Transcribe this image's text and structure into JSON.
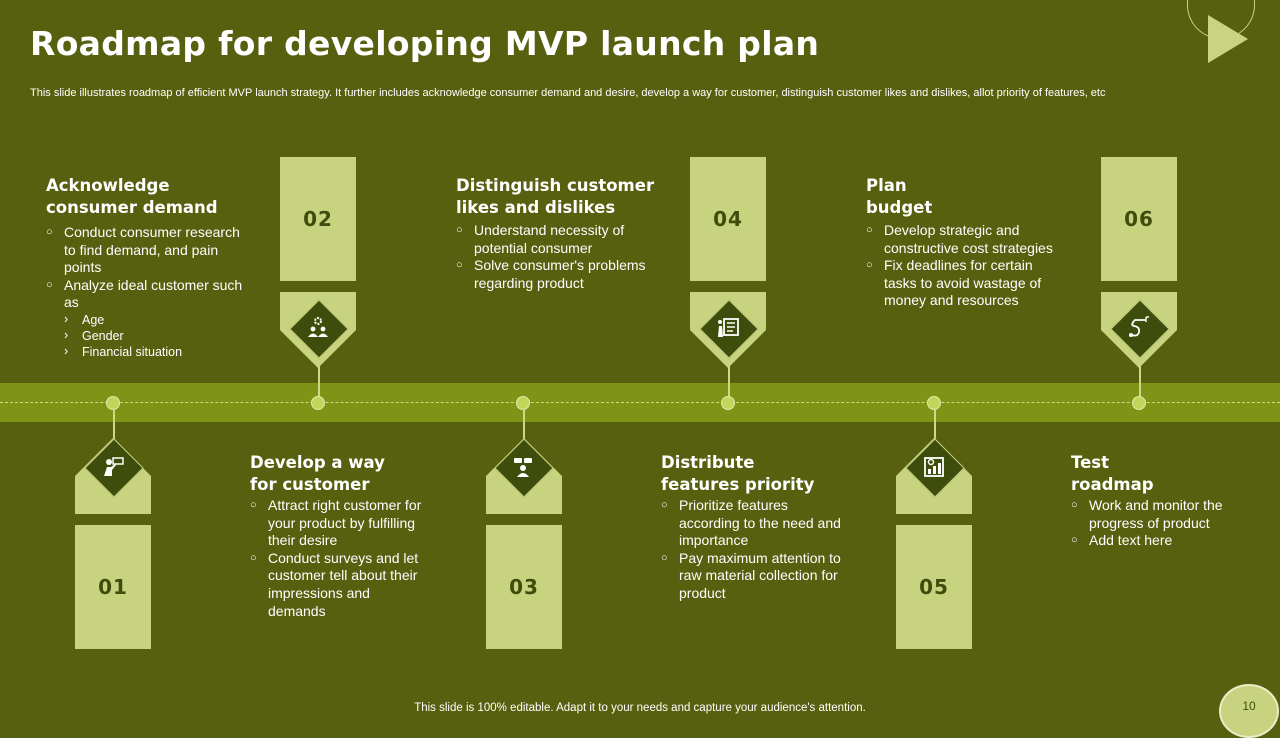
{
  "title": "Roadmap for developing MVP launch plan",
  "subtitle": "This slide illustrates roadmap of efficient MVP  launch strategy. It further includes acknowledge consumer demand and desire, develop a way for customer, distinguish customer likes and dislikes, allot priority of features, etc",
  "steps": [
    {
      "number": "01",
      "heading": [
        "Acknowledge",
        "consumer demand"
      ],
      "icon": "presenter-icon",
      "bullets": [
        "Conduct consumer research to find demand, and pain points",
        "Analyze ideal customer such as"
      ],
      "sub_bullets": [
        "Age",
        "Gender",
        "Financial situation"
      ]
    },
    {
      "number": "02",
      "heading": [
        "Develop a way",
        "for customer"
      ],
      "icon": "team-gear-icon",
      "bullets": [
        "Attract right customer for your product by fulfilling their desire",
        "Conduct surveys and let customer tell about their impressions and demands"
      ]
    },
    {
      "number": "03",
      "heading": [
        "Distinguish customer",
        "likes and dislikes"
      ],
      "icon": "customer-feedback-icon",
      "bullets": [
        "Understand necessity of potential consumer",
        "Solve consumer's problems regarding product"
      ]
    },
    {
      "number": "04",
      "heading": [
        "Distribute",
        "features priority"
      ],
      "icon": "checklist-board-icon",
      "bullets": [
        "Prioritize features according to the need and importance",
        "Pay maximum attention to raw material collection for product"
      ]
    },
    {
      "number": "05",
      "heading": [
        "Plan",
        "budget"
      ],
      "icon": "chart-analysis-icon",
      "bullets": [
        "Develop strategic and constructive cost strategies",
        "Fix deadlines for certain tasks to avoid wastage of money and resources"
      ]
    },
    {
      "number": "06",
      "heading": [
        "Test",
        "roadmap"
      ],
      "icon": "route-path-icon",
      "bullets": [
        "Work and monitor the progress of product",
        "Add text here"
      ]
    }
  ],
  "footer": "This slide is 100% editable. Adapt it to your needs and capture your audience's attention.",
  "page_number": "10",
  "colors": {
    "background": "#56600f",
    "band": "#7f9416",
    "box": "#c8d37f",
    "dark": "#3f4d0c"
  }
}
